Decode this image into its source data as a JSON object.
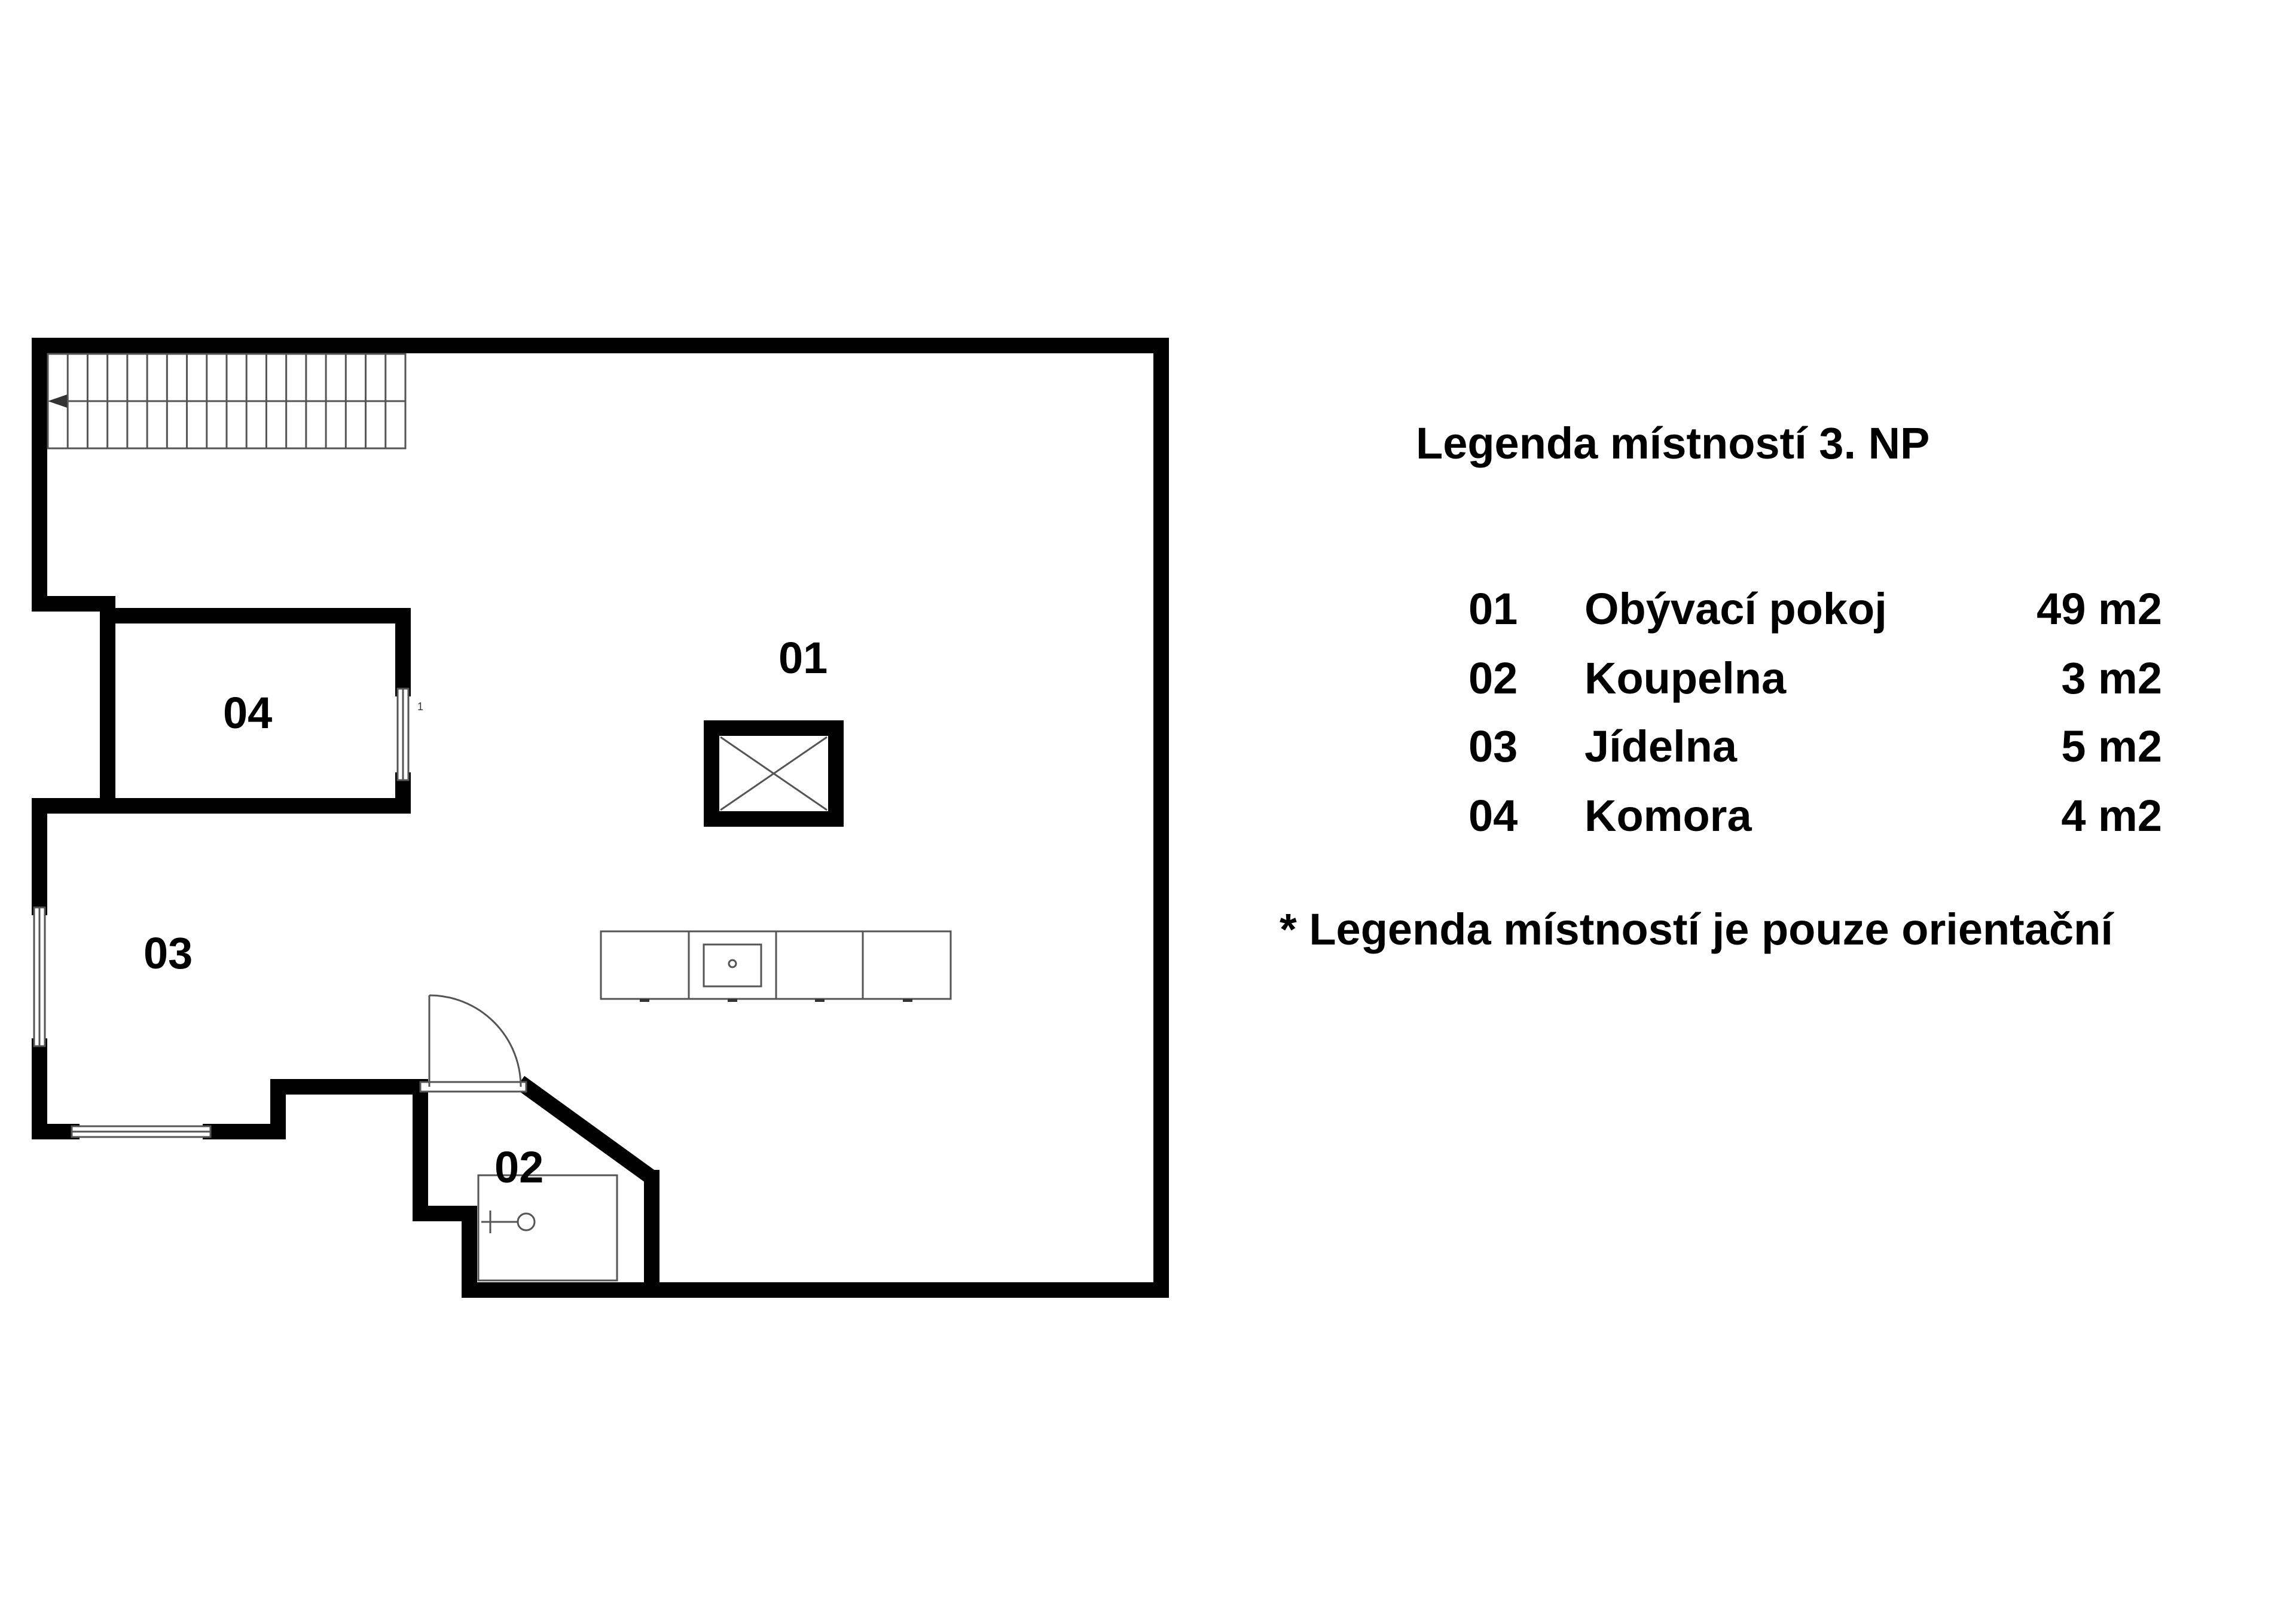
{
  "rooms": {
    "r01": "01",
    "r02": "02",
    "r03": "03",
    "r04": "04"
  },
  "legend": {
    "title": "Legenda místností 3. NP",
    "rows": [
      {
        "number": "01",
        "name": "Obývací pokoj",
        "area": "49 m2"
      },
      {
        "number": "02",
        "name": "Koupelna",
        "area": "3 m2"
      },
      {
        "number": "03",
        "name": "Jídelna",
        "area": "5 m2"
      },
      {
        "number": "04",
        "name": "Komora",
        "area": "4 m2"
      }
    ],
    "note": "* Legenda místností je pouze orientační"
  },
  "colors": {
    "wall": "#000000",
    "background": "#ffffff",
    "thin_line": "#555555"
  }
}
